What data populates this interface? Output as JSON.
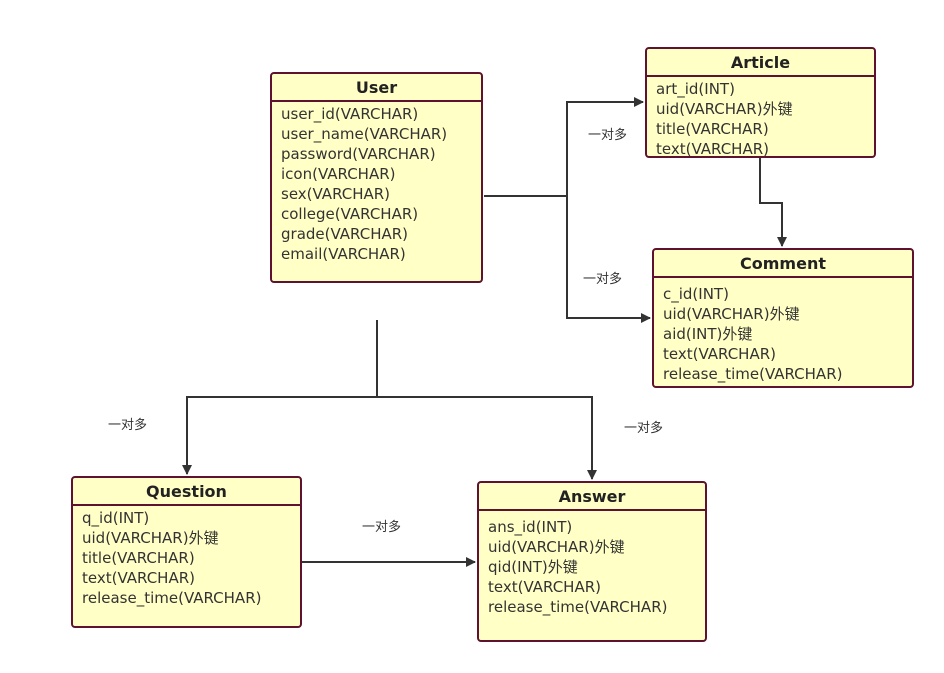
{
  "entities": {
    "user": {
      "title": "User",
      "fields": [
        "user_id(VARCHAR)",
        "user_name(VARCHAR)",
        "password(VARCHAR)",
        "icon(VARCHAR)",
        "sex(VARCHAR)",
        "college(VARCHAR)",
        "grade(VARCHAR)",
        "email(VARCHAR)"
      ]
    },
    "article": {
      "title": "Article",
      "fields": [
        "art_id(INT)",
        "uid(VARCHAR)外键",
        "title(VARCHAR)",
        "text(VARCHAR)"
      ]
    },
    "comment": {
      "title": "Comment",
      "fields": [
        "c_id(INT)",
        "uid(VARCHAR)外键",
        "aid(INT)外键",
        "text(VARCHAR)",
        "release_time(VARCHAR)"
      ]
    },
    "question": {
      "title": "Question",
      "fields": [
        "q_id(INT)",
        "uid(VARCHAR)外键",
        "title(VARCHAR)",
        "text(VARCHAR)",
        "release_time(VARCHAR)"
      ]
    },
    "answer": {
      "title": "Answer",
      "fields": [
        "ans_id(INT)",
        "uid(VARCHAR)外键",
        "qid(INT)外键",
        "text(VARCHAR)",
        "release_time(VARCHAR)"
      ]
    }
  },
  "relations": {
    "user_article": "一对多",
    "user_comment": "一对多",
    "user_question": "一对多",
    "user_answer": "一对多",
    "question_answer": "一对多"
  },
  "colors": {
    "entity_fill": "#ffffc6",
    "entity_border": "#5e1230",
    "connector": "#333333"
  }
}
